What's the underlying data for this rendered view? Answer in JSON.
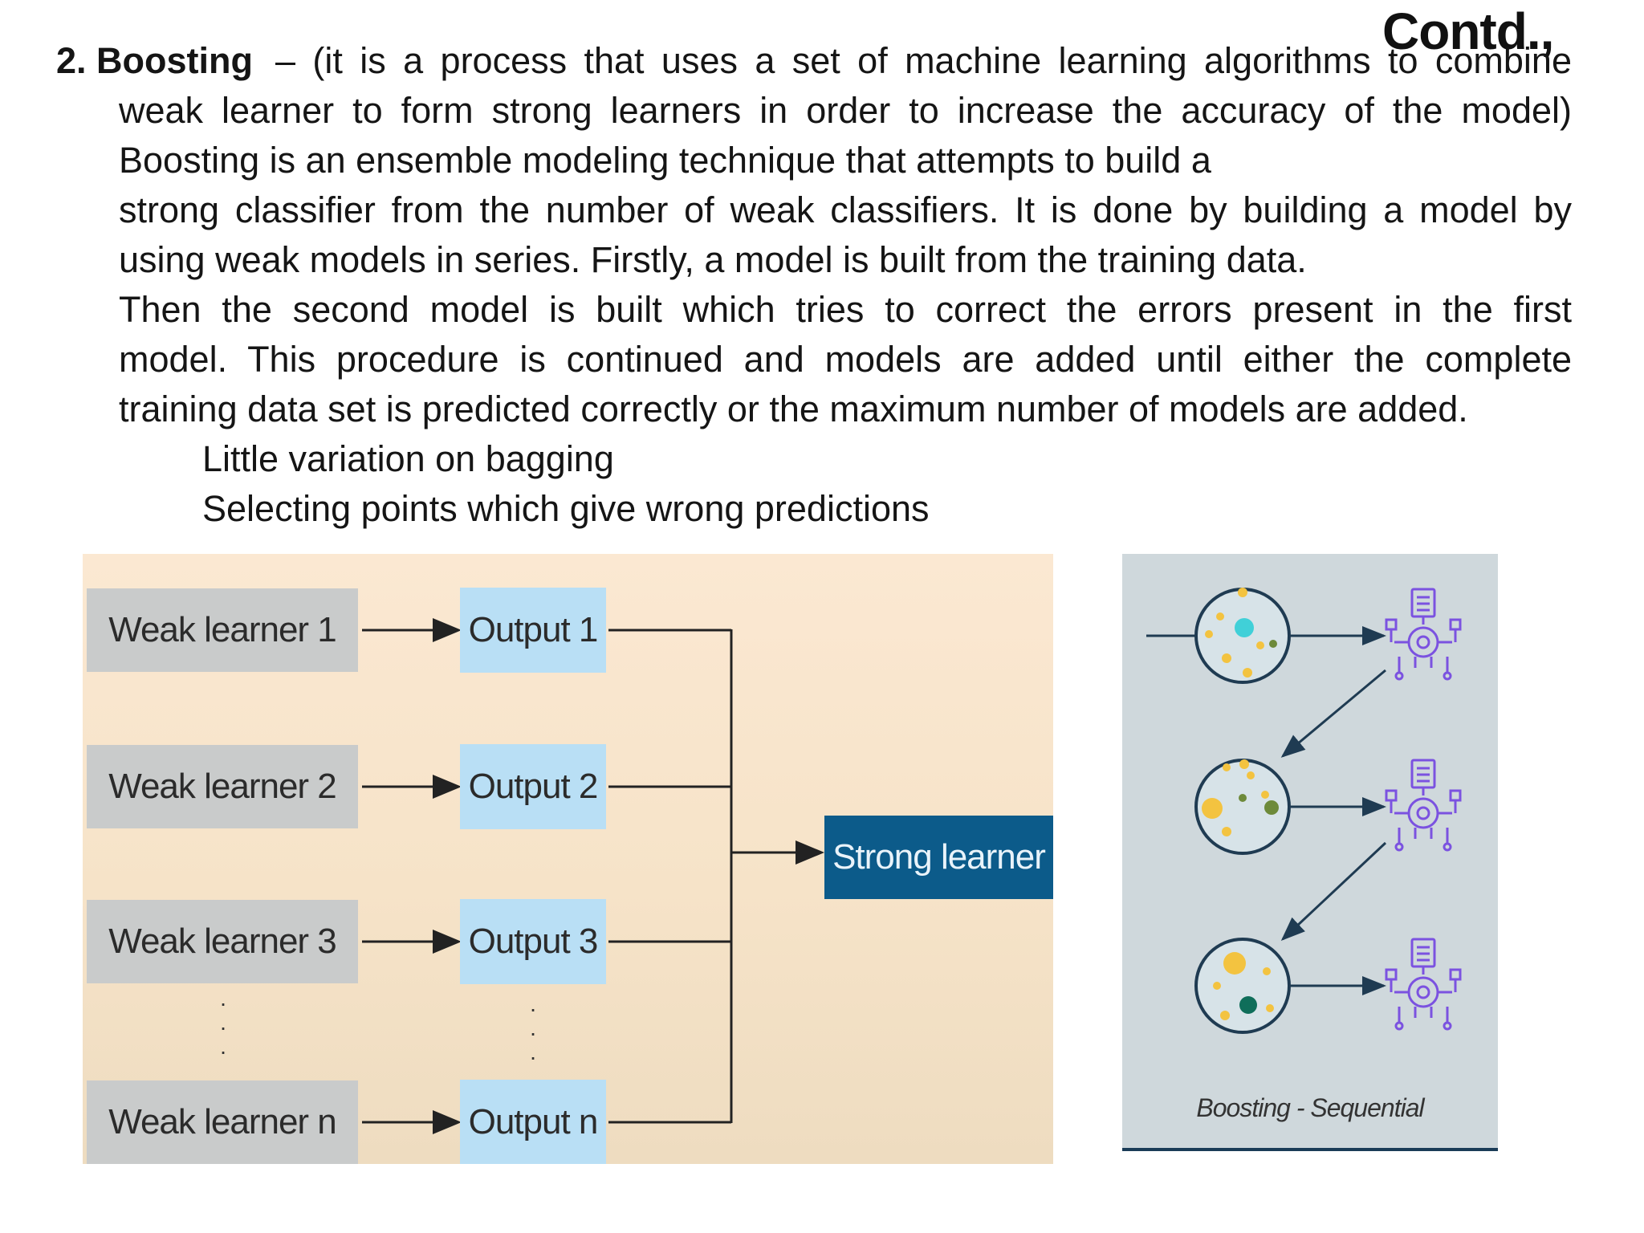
{
  "heading": {
    "contd": "Contd.,"
  },
  "paragraph": {
    "number": "2. Boosting",
    "line1_rest": "– (it is a process that uses a set of machine learning algorithms to combine",
    "line2": "weak learner to form strong learners in order to increase the accuracy of the model)",
    "line3": "Boosting is an ensemble modeling technique that attempts to build a",
    "line4": "strong classifier from the number of weak classifiers. It is done by building a model  by",
    "line5": "using weak models in series. Firstly, a model is built from the training data.",
    "line6": "Then the second model is built which tries to correct the errors present in the first",
    "line7": "model. This procedure is continued and models are added until either the complete",
    "line8": "training data set is predicted correctly or the maximum number of models are added."
  },
  "bullets": [
    "Little variation on bagging",
    "Selecting points which give wrong predictions"
  ],
  "diagram_left": {
    "weak_learners": [
      "Weak learner 1",
      "Weak learner 2",
      "Weak learner 3",
      "Weak learner n"
    ],
    "outputs": [
      "Output 1",
      "Output 2",
      "Output 3",
      "Output n"
    ],
    "strong_learner": "Strong learner",
    "colors": {
      "weak_box": "#c9cbcb",
      "output_box": "#b9dff5",
      "strong_box": "#0c5b8a"
    }
  },
  "diagram_right": {
    "caption": "Boosting - Sequential",
    "icons": [
      "model-gear-icon",
      "model-gear-icon",
      "model-gear-icon"
    ]
  }
}
